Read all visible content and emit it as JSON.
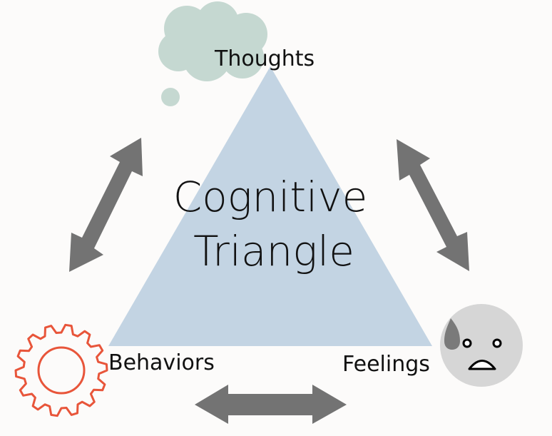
{
  "diagram": {
    "title_line1": "Cognitive",
    "title_line2": "Triangle",
    "nodes": {
      "thoughts": {
        "label": "Thoughts",
        "icon": "thought-cloud-icon"
      },
      "behaviors": {
        "label": "Behaviors",
        "icon": "gear-icon"
      },
      "feelings": {
        "label": "Feelings",
        "icon": "sad-face-icon"
      }
    },
    "connections": [
      {
        "from": "thoughts",
        "to": "behaviors",
        "type": "bidirectional"
      },
      {
        "from": "thoughts",
        "to": "feelings",
        "type": "bidirectional"
      },
      {
        "from": "behaviors",
        "to": "feelings",
        "type": "bidirectional"
      }
    ],
    "colors": {
      "triangle": "#c3d4e3",
      "cloud": "#c5d8d1",
      "arrow": "#737373",
      "gear": "#e8553a",
      "face": "#d6d6d6",
      "teardrop": "#7a7a7a"
    }
  }
}
